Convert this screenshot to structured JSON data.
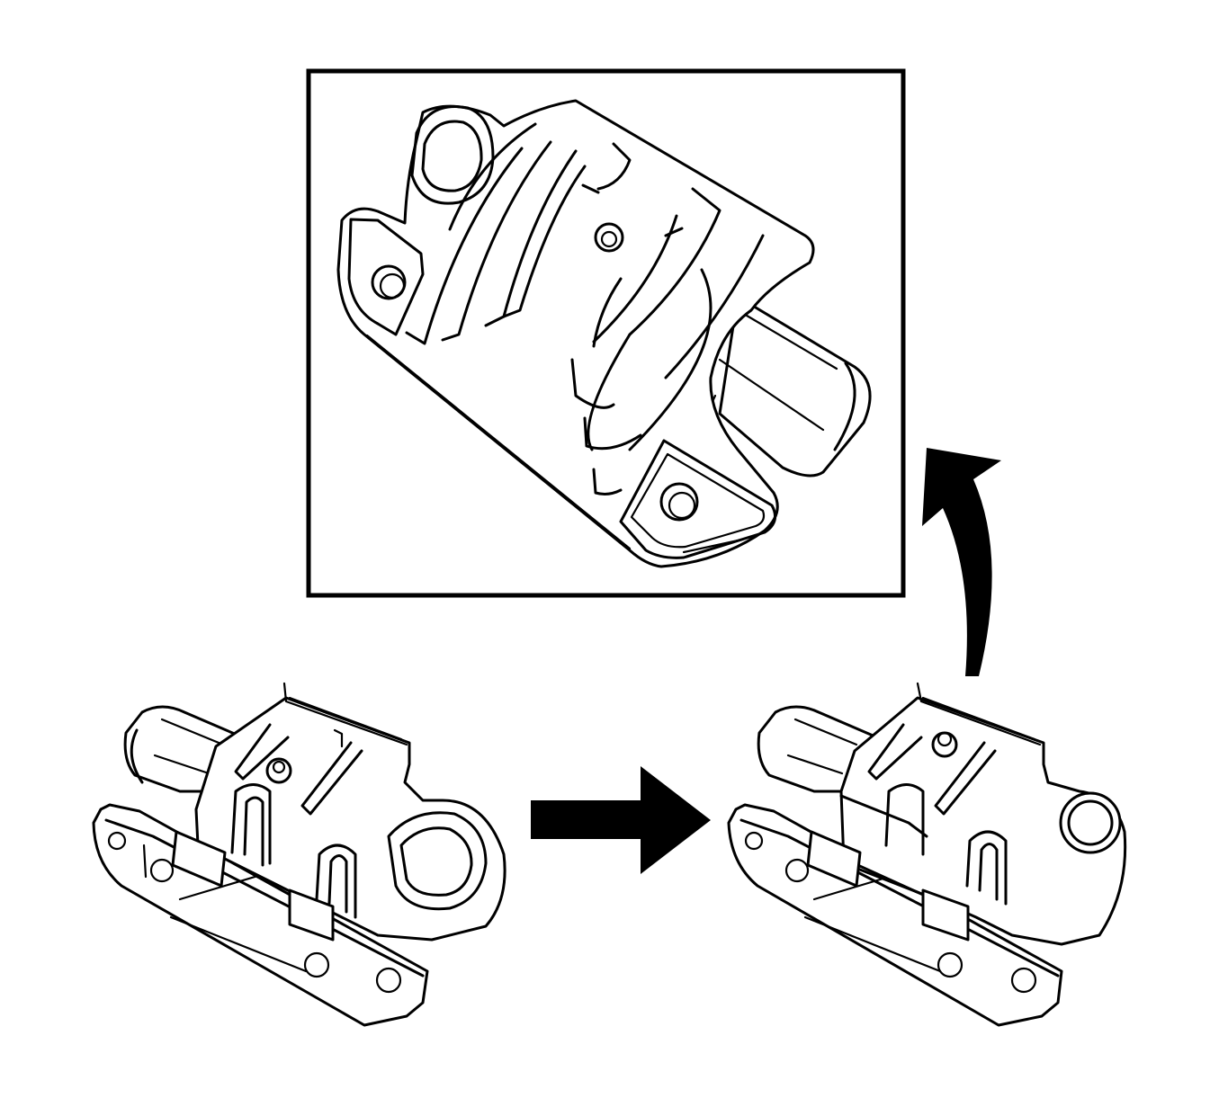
{
  "figure": {
    "kind": "service-procedure-illustration",
    "panels": [
      "detail-view",
      "assembly-before",
      "assembly-after"
    ],
    "icons": [
      "detail-inset-frame",
      "right-arrow",
      "curved-up-arrow"
    ],
    "colors": {
      "line": "#000000",
      "background": "#ffffff"
    }
  }
}
